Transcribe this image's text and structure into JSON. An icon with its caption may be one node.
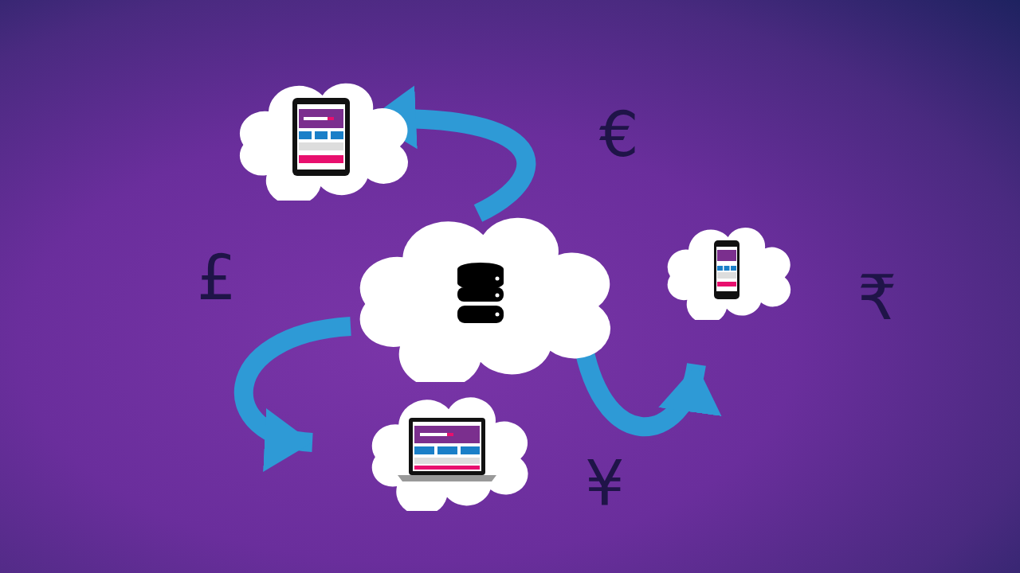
{
  "diagram": {
    "nodes": [
      {
        "text": [],
        "shape": "cloud"
      },
      {
        "text": [],
        "shape": "cloud"
      },
      {
        "text": [],
        "shape": "cloud"
      },
      {
        "text": [],
        "shape": "cloud"
      }
    ],
    "edges": [
      {
        "from": 1,
        "to": 0,
        "arrow": "to"
      },
      {
        "from": 1,
        "to": 3,
        "arrow": "to"
      },
      {
        "from": 1,
        "to": 2,
        "arrow": "to"
      }
    ],
    "labels": [
      "€",
      "£",
      "₹",
      "¥"
    ]
  }
}
